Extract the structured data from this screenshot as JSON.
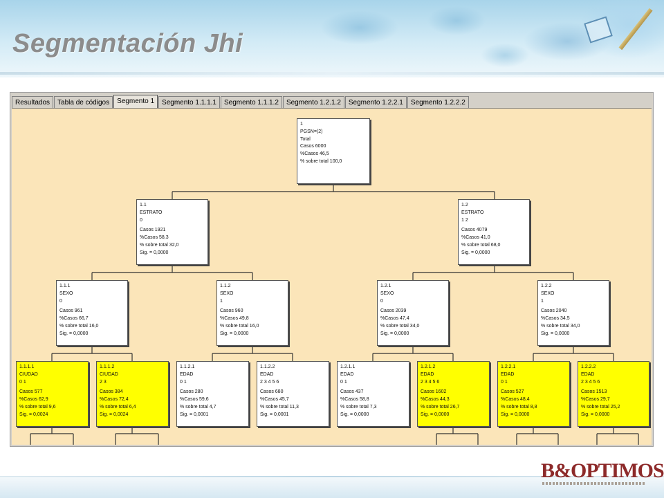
{
  "slide": {
    "title": "Segmentación Jhi"
  },
  "tabs": [
    {
      "label": "Resultados",
      "active": false
    },
    {
      "label": "Tabla de códigos",
      "active": false
    },
    {
      "label": "Segmento 1",
      "active": true
    },
    {
      "label": "Segmento 1.1.1.1",
      "active": false
    },
    {
      "label": "Segmento 1.1.1.2",
      "active": false
    },
    {
      "label": "Segmento 1.2.1.2",
      "active": false
    },
    {
      "label": "Segmento 1.2.2.1",
      "active": false
    },
    {
      "label": "Segmento 1.2.2.2",
      "active": false
    }
  ],
  "tree": {
    "n1": {
      "id": "1",
      "var": "PGSN=(2)",
      "val": "Total",
      "casos": "Casos  6000",
      "pct": "%Casos  46,5",
      "total": "% sobre total 100,0",
      "sig": ""
    },
    "n11": {
      "id": "1.1",
      "var": "ESTRATO",
      "val": "0",
      "casos": "Casos   1921",
      "pct": "%Casos  58,3",
      "total": "% sobre total 32,0",
      "sig": "Sig. = 0,0000"
    },
    "n12": {
      "id": "1.2",
      "var": "ESTRATO",
      "val": "1 2",
      "casos": "Casos   4079",
      "pct": "%Casos  41,0",
      "total": "% sobre total 68,0",
      "sig": "Sig. = 0,0000"
    },
    "n111": {
      "id": "1.1.1",
      "var": "SEXO",
      "val": "0",
      "casos": "Casos   961",
      "pct": "%Casos  66,7",
      "total": "% sobre total 16,0",
      "sig": "Sig. = 0,0000"
    },
    "n112": {
      "id": "1.1.2",
      "var": "SEXO",
      "val": "1",
      "casos": "Casos   960",
      "pct": "%Casos  49,8",
      "total": "% sobre total 16,0",
      "sig": "Sig. = 0,0000"
    },
    "n121": {
      "id": "1.2.1",
      "var": "SEXO",
      "val": "0",
      "casos": "Casos   2039",
      "pct": "%Casos  47,4",
      "total": "% sobre total 34,0",
      "sig": "Sig. = 0,0000"
    },
    "n122": {
      "id": "1.2.2",
      "var": "SEXO",
      "val": "1",
      "casos": "Casos   2040",
      "pct": "%Casos  34,5",
      "total": "% sobre total 34,0",
      "sig": "Sig. = 0,0000"
    },
    "n1111": {
      "id": "1.1.1.1",
      "var": "CIUDAD",
      "val": "0 1",
      "casos": "Casos   577",
      "pct": "%Casos  62,9",
      "total": "% sobre total  9,6",
      "sig": "Sig. = 0,0024"
    },
    "n1112": {
      "id": "1.1.1.2",
      "var": "CIUDAD",
      "val": "2 3",
      "casos": "Casos   384",
      "pct": "%Casos  72,4",
      "total": "% sobre total  6,4",
      "sig": "Sig. = 0,0024"
    },
    "n1121": {
      "id": "1.1.2.1",
      "var": "EDAD",
      "val": "0 1",
      "casos": "Casos   280",
      "pct": "%Casos  59,6",
      "total": "% sobre total  4,7",
      "sig": "Sig. = 0,0001"
    },
    "n1122": {
      "id": "1.1.2.2",
      "var": "EDAD",
      "val": "2 3 4 5 6",
      "casos": "Casos   680",
      "pct": "%Casos  45,7",
      "total": "% sobre total 11,3",
      "sig": "Sig. = 0,0001"
    },
    "n1211": {
      "id": "1.2.1.1",
      "var": "EDAD",
      "val": "0 1",
      "casos": "Casos   437",
      "pct": "%Casos  58,8",
      "total": "% sobre total  7,3",
      "sig": "Sig. = 0,0000"
    },
    "n1212": {
      "id": "1.2.1.2",
      "var": "EDAD",
      "val": "2 3 4 5 6",
      "casos": "Casos   1602",
      "pct": "%Casos  44,3",
      "total": "% sobre total 26,7",
      "sig": "Sig. = 0,0000"
    },
    "n1221": {
      "id": "1.2.2.1",
      "var": "EDAD",
      "val": "0 1",
      "casos": "Casos   527",
      "pct": "%Casos  48,4",
      "total": "% sobre total  8,8",
      "sig": "Sig. = 0,0000"
    },
    "n1222": {
      "id": "1.2.2.2",
      "var": "EDAD",
      "val": "2 3 4 5 6",
      "casos": "Casos   1513",
      "pct": "%Casos  29,7",
      "total": "% sobre total 25,2",
      "sig": "Sig. = 0,0000"
    }
  },
  "logo": {
    "brand": "B&OPTIMOS"
  },
  "colors": {
    "canvas_bg": "#fbe5b9",
    "highlight_node": "#ffff00",
    "title_gray": "#8c8c8c",
    "logo_red": "#8d2a2a"
  }
}
